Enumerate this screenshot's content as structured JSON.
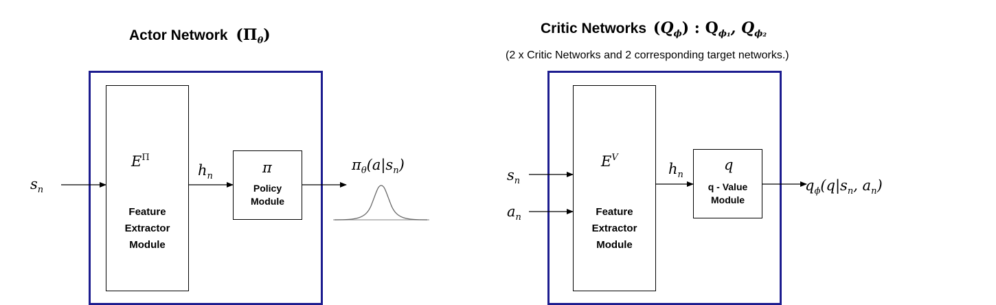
{
  "actor": {
    "title": "Actor Network",
    "title_symbol": "(Π",
    "title_symbol_sub": "θ",
    "title_symbol_close": ")",
    "input": "s",
    "input_sub": "n",
    "encoder_symbol": "E",
    "encoder_symbol_sup": "Π",
    "encoder_label": [
      "Feature",
      "Extractor",
      "Module"
    ],
    "hidden": "h",
    "hidden_sub": "n",
    "policy_symbol": "π",
    "policy_label": [
      "Policy",
      "Module"
    ],
    "output_pre": "π",
    "output_pre_sub": "θ",
    "output_post": "(a|s",
    "output_post_sub": "n",
    "output_close": ")"
  },
  "critic": {
    "title": "Critic Networks",
    "title_symbol": "(Q",
    "title_symbol_sub": "ϕ",
    "title_symbol_mid": ") : Q",
    "title_q1_sub": "ϕ₁",
    "title_comma": ", Q",
    "title_q2_sub": "ϕ₂",
    "note": "(2 x Critic Networks and 2 corresponding target networks.)",
    "input_s": "s",
    "input_s_sub": "n",
    "input_a": "a",
    "input_a_sub": "n",
    "encoder_symbol": "E",
    "encoder_symbol_sup": "V",
    "encoder_label": [
      "Feature",
      "Extractor",
      "Module"
    ],
    "hidden": "h",
    "hidden_sub": "n",
    "q_symbol": "q",
    "q_label": [
      "q - Value",
      "Module"
    ],
    "output_pre": "q",
    "output_pre_sub": "ϕ",
    "output_post": "(q|s",
    "output_post_sub": "n",
    "output_close": ", a",
    "output_close_sub": "n",
    "output_end": ")"
  },
  "colors": {
    "outer_border": "#1c1c8f",
    "lines": "#000000",
    "curve": "#666666"
  }
}
